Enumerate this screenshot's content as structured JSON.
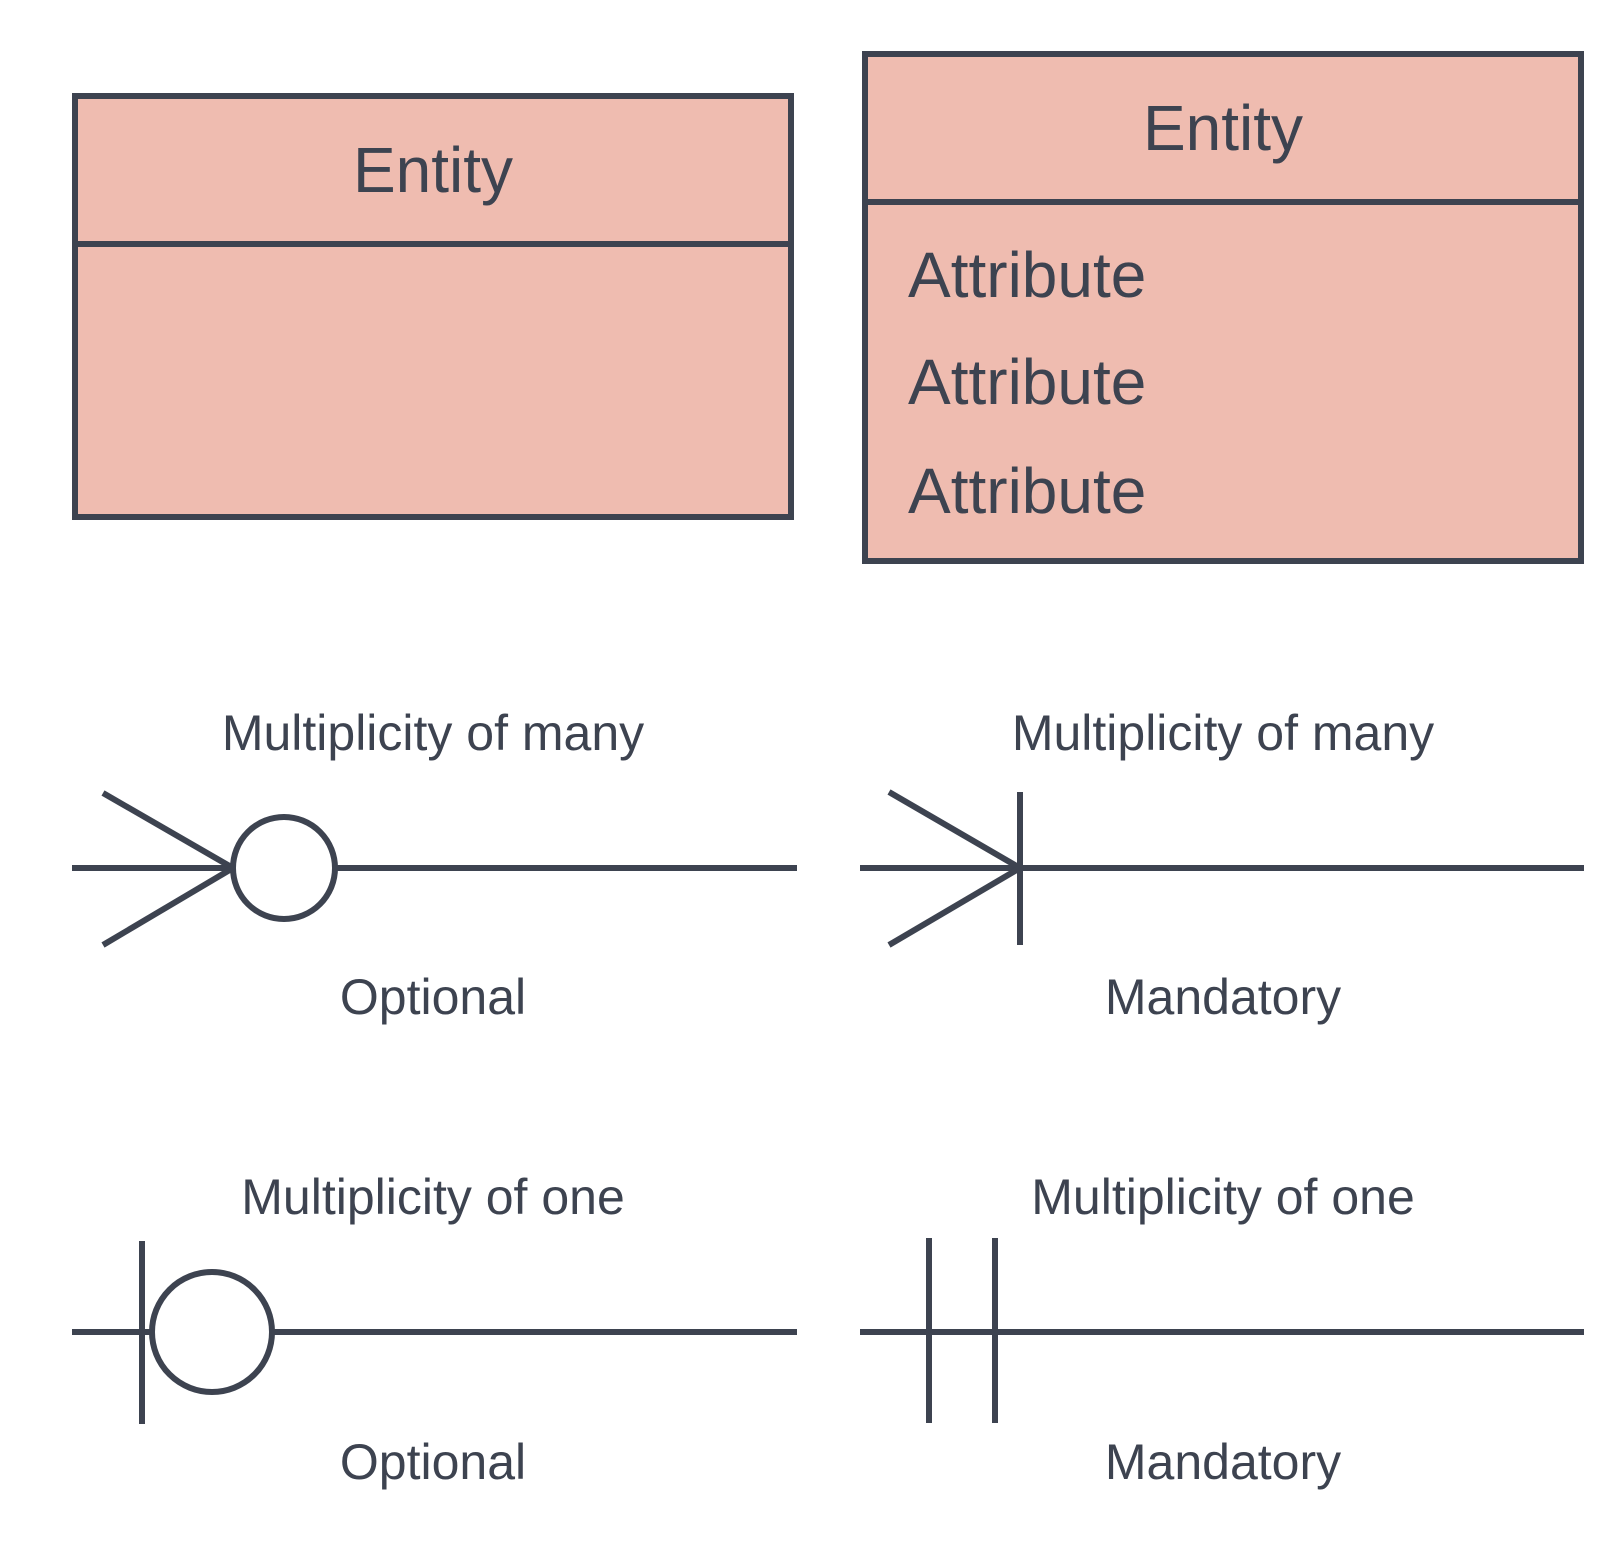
{
  "diagram": {
    "colors": {
      "entity_fill": "#efbcb0",
      "stroke": "#3d4350",
      "text": "#3d4350",
      "background": "#ffffff"
    },
    "entities": [
      {
        "title": "Entity",
        "attributes": []
      },
      {
        "title": "Entity",
        "attributes": [
          "Attribute",
          "Attribute",
          "Attribute"
        ]
      }
    ],
    "notations": [
      {
        "multiplicity": "Multiplicity of many",
        "participation": "Optional",
        "symbol": "crows-foot-circle-icon"
      },
      {
        "multiplicity": "Multiplicity of many",
        "participation": "Mandatory",
        "symbol": "crows-foot-bar-icon"
      },
      {
        "multiplicity": "Multiplicity of one",
        "participation": "Optional",
        "symbol": "bar-circle-icon"
      },
      {
        "multiplicity": "Multiplicity of one",
        "participation": "Mandatory",
        "symbol": "double-bar-icon"
      }
    ]
  }
}
